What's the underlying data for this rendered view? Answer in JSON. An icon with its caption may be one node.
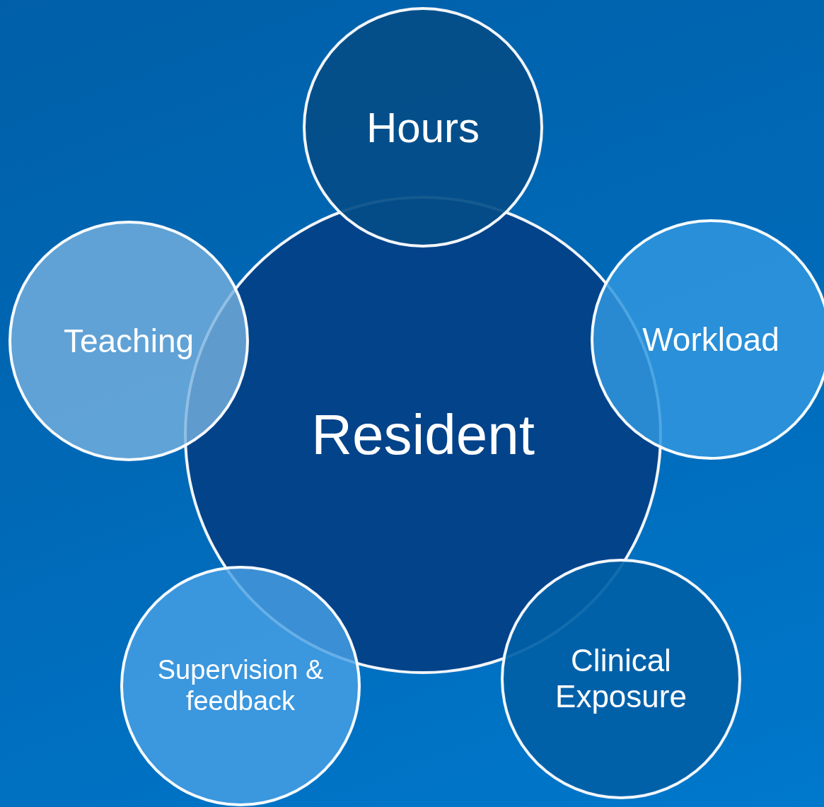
{
  "diagram": {
    "nodes": [
      {
        "text": [
          "Hours"
        ]
      },
      {
        "text": [
          "Teaching"
        ]
      },
      {
        "text": [
          "Workload"
        ]
      },
      {
        "text": [
          "Resident"
        ]
      },
      {
        "text": [
          "Supervision & feedback"
        ]
      },
      {
        "text": [
          "Clinical Exposure"
        ]
      }
    ]
  }
}
